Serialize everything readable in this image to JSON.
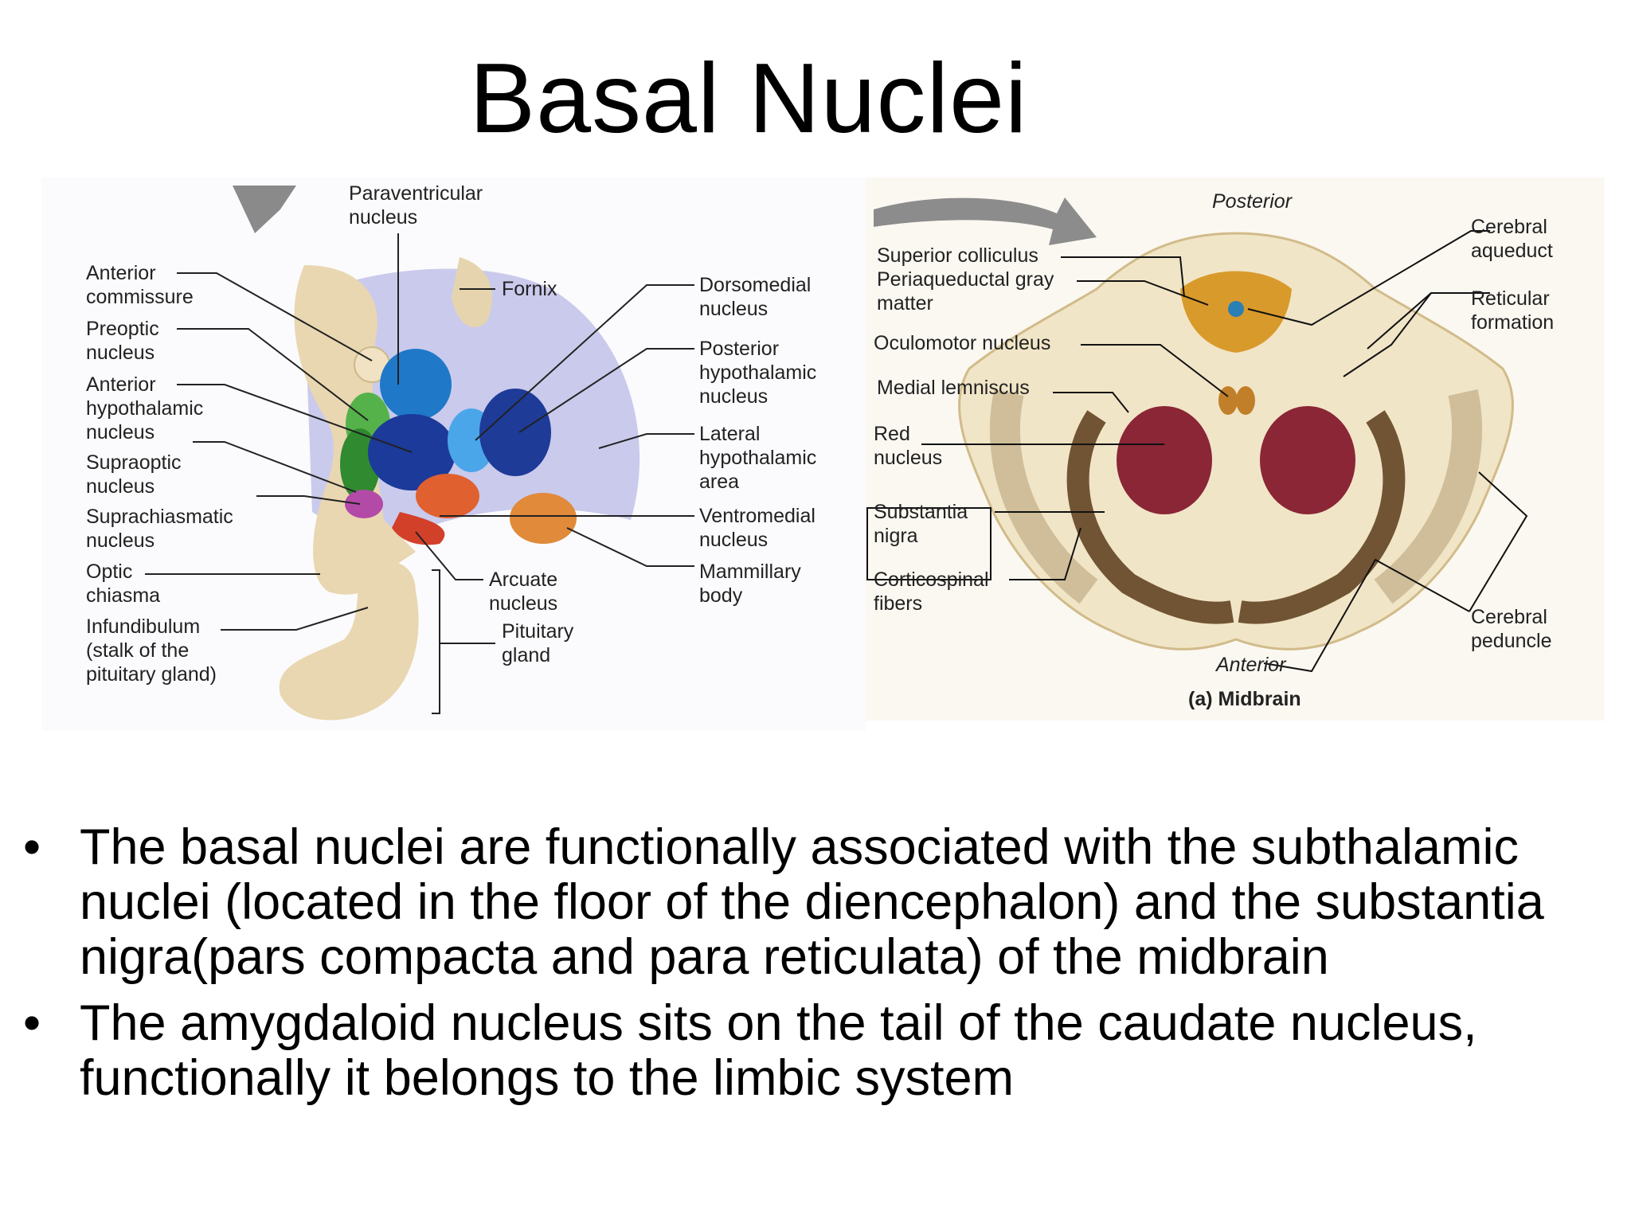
{
  "slide": {
    "title": "Basal Nuclei",
    "bullets": [
      {
        "marker": "•",
        "text": "The basal nuclei are functionally associated with the subthalamic nuclei (located in the floor of the diencephalon) and the substantia nigra(pars compacta and para reticulata) of the midbrain"
      },
      {
        "marker": "•",
        "text": "The amygdaloid nucleus sits on the tail of the caudate nucleus, functionally it belongs to the limbic system"
      }
    ]
  },
  "hypothalamus_figure": {
    "labels": {
      "paraventricular_1": "Paraventricular",
      "paraventricular_2": "nucleus",
      "anterior_commissure_1": "Anterior",
      "anterior_commissure_2": "commissure",
      "preoptic_1": "Preoptic",
      "preoptic_2": "nucleus",
      "anterior_hypo_1": "Anterior",
      "anterior_hypo_2": "hypothalamic",
      "anterior_hypo_3": "nucleus",
      "supraoptic_1": "Supraoptic",
      "supraoptic_2": "nucleus",
      "suprachiasmatic_1": "Suprachiasmatic",
      "suprachiasmatic_2": "nucleus",
      "optic_chiasma_1": "Optic",
      "optic_chiasma_2": "chiasma",
      "infundibulum_1": "Infundibulum",
      "infundibulum_2": "(stalk of the",
      "infundibulum_3": "pituitary gland)",
      "fornix": "Fornix",
      "arcuate_1": "Arcuate",
      "arcuate_2": "nucleus",
      "pituitary_1": "Pituitary",
      "pituitary_2": "gland",
      "dorsomedial_1": "Dorsomedial",
      "dorsomedial_2": "nucleus",
      "posterior_hypo_1": "Posterior",
      "posterior_hypo_2": "hypothalamic",
      "posterior_hypo_3": "nucleus",
      "lateral_hypo_1": "Lateral",
      "lateral_hypo_2": "hypothalamic",
      "lateral_hypo_3": "area",
      "ventromedial_1": "Ventromedial",
      "ventromedial_2": "nucleus",
      "mammillary_1": "Mammillary",
      "mammillary_2": "body"
    }
  },
  "midbrain_figure": {
    "labels": {
      "posterior": "Posterior",
      "anterior": "Anterior",
      "caption": "(a)  Midbrain",
      "superior_colliculus": "Superior colliculus",
      "periaqueductal_1": "Periaqueductal gray",
      "periaqueductal_2": "matter",
      "oculomotor": "Oculomotor nucleus",
      "medial_lemniscus": "Medial lemniscus",
      "red_nucleus_1": "Red",
      "red_nucleus_2": "nucleus",
      "substantia_nigra_1": "Substantia",
      "substantia_nigra_2": "nigra",
      "corticospinal_1": "Corticospinal",
      "corticospinal_2": "fibers",
      "cerebral_aqueduct_1": "Cerebral",
      "cerebral_aqueduct_2": "aqueduct",
      "reticular_1": "Reticular",
      "reticular_2": "formation",
      "cerebral_peduncle_1": "Cerebral",
      "cerebral_peduncle_2": "peduncle"
    }
  }
}
